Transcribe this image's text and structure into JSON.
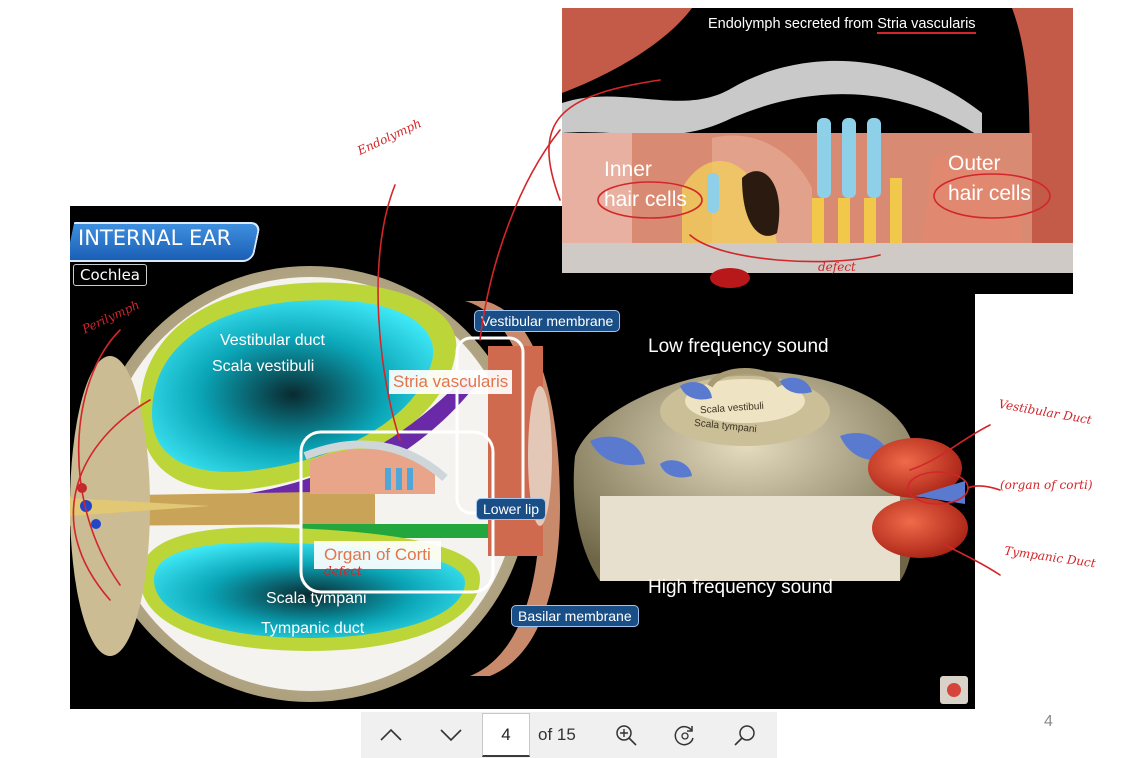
{
  "slide": {
    "title": "INTERNAL EAR",
    "subtitle": "Cochlea",
    "labels": {
      "vestibular_duct": "Vestibular duct",
      "scala_vestibuli": "Scala vestibuli",
      "scala_tympani": "Scala tympani",
      "tympanic_duct": "Tympanic duct",
      "low_frequency": "Low frequency sound",
      "high_frequency": "High frequency sound",
      "scala_vestibuli_small": "Scala vestibuli",
      "scala_tympani_small": "Scala tympani"
    },
    "pills": {
      "vestibular_membrane": "Vestibular membrane",
      "lower_lip": "Lower lip",
      "basilar_membrane": "Basilar membrane"
    },
    "overlays": {
      "stria_vascularis": "Stria vascularis",
      "organ_of_corti": "Organ of Corti"
    }
  },
  "inset": {
    "caption_prefix": "Endolymph secreted  from ",
    "caption_highlight": "Stria vascularis",
    "inner_hair_cells_1": "Inner",
    "inner_hair_cells_2": "hair cells",
    "outer_hair_cells_1": "Outer",
    "outer_hair_cells_2": "hair cells"
  },
  "annotations": {
    "endolymph": "Endolymph",
    "perilymph": "Perilymph",
    "vestibular_duct": "Vestibular Duct",
    "organ_of_corti": "(organ of corti)",
    "tympanic_duct": "Tympanic Duct",
    "defect_1": "defect",
    "defect_2": "defect"
  },
  "toolbar": {
    "page_value": "4",
    "page_total": "of 15"
  },
  "page_number": "4",
  "colors": {
    "annotation_red": "#d2262a",
    "pill_blue": "#1a4e86",
    "overlay_orange": "#e4744a"
  }
}
